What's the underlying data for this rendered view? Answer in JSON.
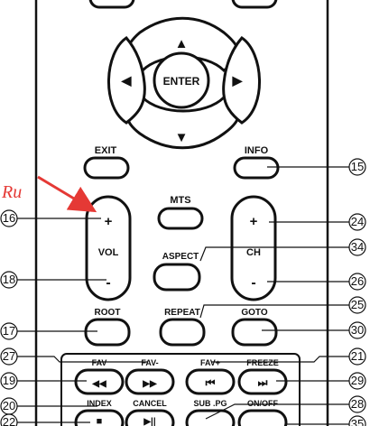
{
  "dpad": {
    "enter": "ENTER",
    "up_glyph": "▲",
    "down_glyph": "▼",
    "left_glyph": "◀",
    "right_glyph": "▶"
  },
  "buttons": {
    "exit": "EXIT",
    "info": "INFO",
    "mts": "MTS",
    "aspect": "ASPECT",
    "vol": "VOL",
    "ch": "CH",
    "plus": "+",
    "minus": "-",
    "root": "ROOT",
    "repeat": "REPEAT",
    "goto": "GOTO",
    "fav": "FAV",
    "fav_minus": "FAV-",
    "fav_plus": "FAV+",
    "freeze": "FREEZE",
    "index": "INDEX",
    "cancel": "CANCEL",
    "sub_pg": "SUB .PG",
    "on_off": "ON/OFF"
  },
  "media_glyphs": {
    "rewind": "◀◀",
    "forward": "▶▶",
    "prev": "⏮",
    "next": "⏭",
    "stop": "■",
    "play_pause": "▶||"
  },
  "callouts": {
    "n15": "15",
    "n16": "16",
    "n17": "17",
    "n18": "18",
    "n19": "19",
    "n20": "20",
    "n22": "22",
    "n21": "21",
    "n24": "24",
    "n25": "25",
    "n26": "26",
    "n27": "27",
    "n28": "28",
    "n29": "29",
    "n30": "30",
    "n34": "34",
    "n35": "35"
  },
  "annotation": {
    "text": "Ru",
    "color": "#e53935"
  },
  "colors": {
    "outline": "#111111",
    "body": "#ffffff"
  }
}
